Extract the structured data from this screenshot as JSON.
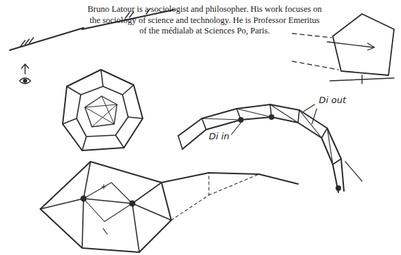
{
  "diagram": {
    "labels": [
      "Bruno Latour is a sociologist and philosopher. His work focuses on the sociology of science and technology. He is Professor Emeritus of the médialab at Sciences Po, Paris.",
      "Di out",
      "Di in"
    ]
  }
}
